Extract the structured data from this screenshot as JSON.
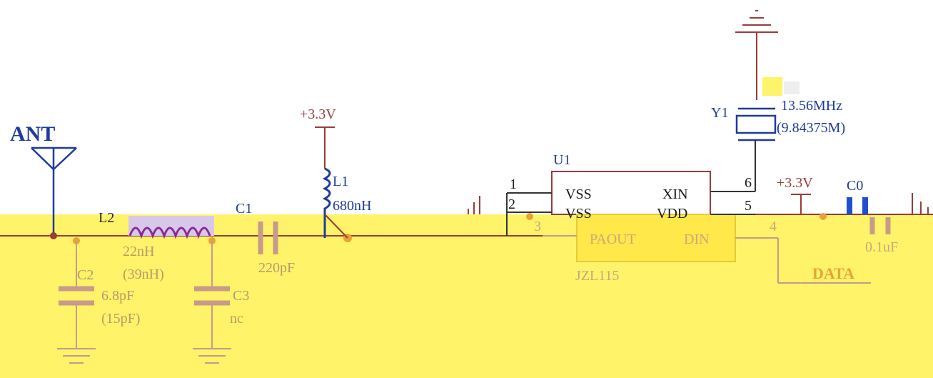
{
  "colors": {
    "wire": "#9b3b3b",
    "part": "#9b3b3b",
    "label": "#1f3b9b",
    "component_blue": "#1f4fcf",
    "highlight": "#fff36a",
    "pin": "#1a1a1a",
    "value_dark": "#2a2a2a"
  },
  "antenna": {
    "label": "ANT"
  },
  "power": [
    {
      "net": "+3.3V"
    },
    {
      "net": "+3.3V"
    }
  ],
  "components": {
    "L1": {
      "ref": "L1",
      "value": "680nH"
    },
    "L2": {
      "ref": "L2",
      "value": "22nH",
      "alt": "(39nH)"
    },
    "C1": {
      "ref": "C1",
      "value": "220pF"
    },
    "C2": {
      "ref": "C2",
      "value": "6.8pF",
      "alt": "(15pF)"
    },
    "C3": {
      "ref": "C3",
      "value": "nc"
    },
    "C0": {
      "ref": "C0",
      "value": "0.1uF"
    },
    "Y1": {
      "ref": "Y1",
      "value": "13.56MHz",
      "alt": "(9.84375M)"
    }
  },
  "ic": {
    "ref": "U1",
    "part": "JZL115",
    "pins_left": [
      {
        "num": "1",
        "name": "VSS"
      },
      {
        "num": "2",
        "name": "VSS"
      },
      {
        "num": "3",
        "name": "PAOUT"
      }
    ],
    "pins_right": [
      {
        "num": "6",
        "name": "XIN"
      },
      {
        "num": "5",
        "name": "VDD"
      },
      {
        "num": "4",
        "name": "DIN"
      }
    ]
  },
  "nets": {
    "data": "DATA"
  }
}
